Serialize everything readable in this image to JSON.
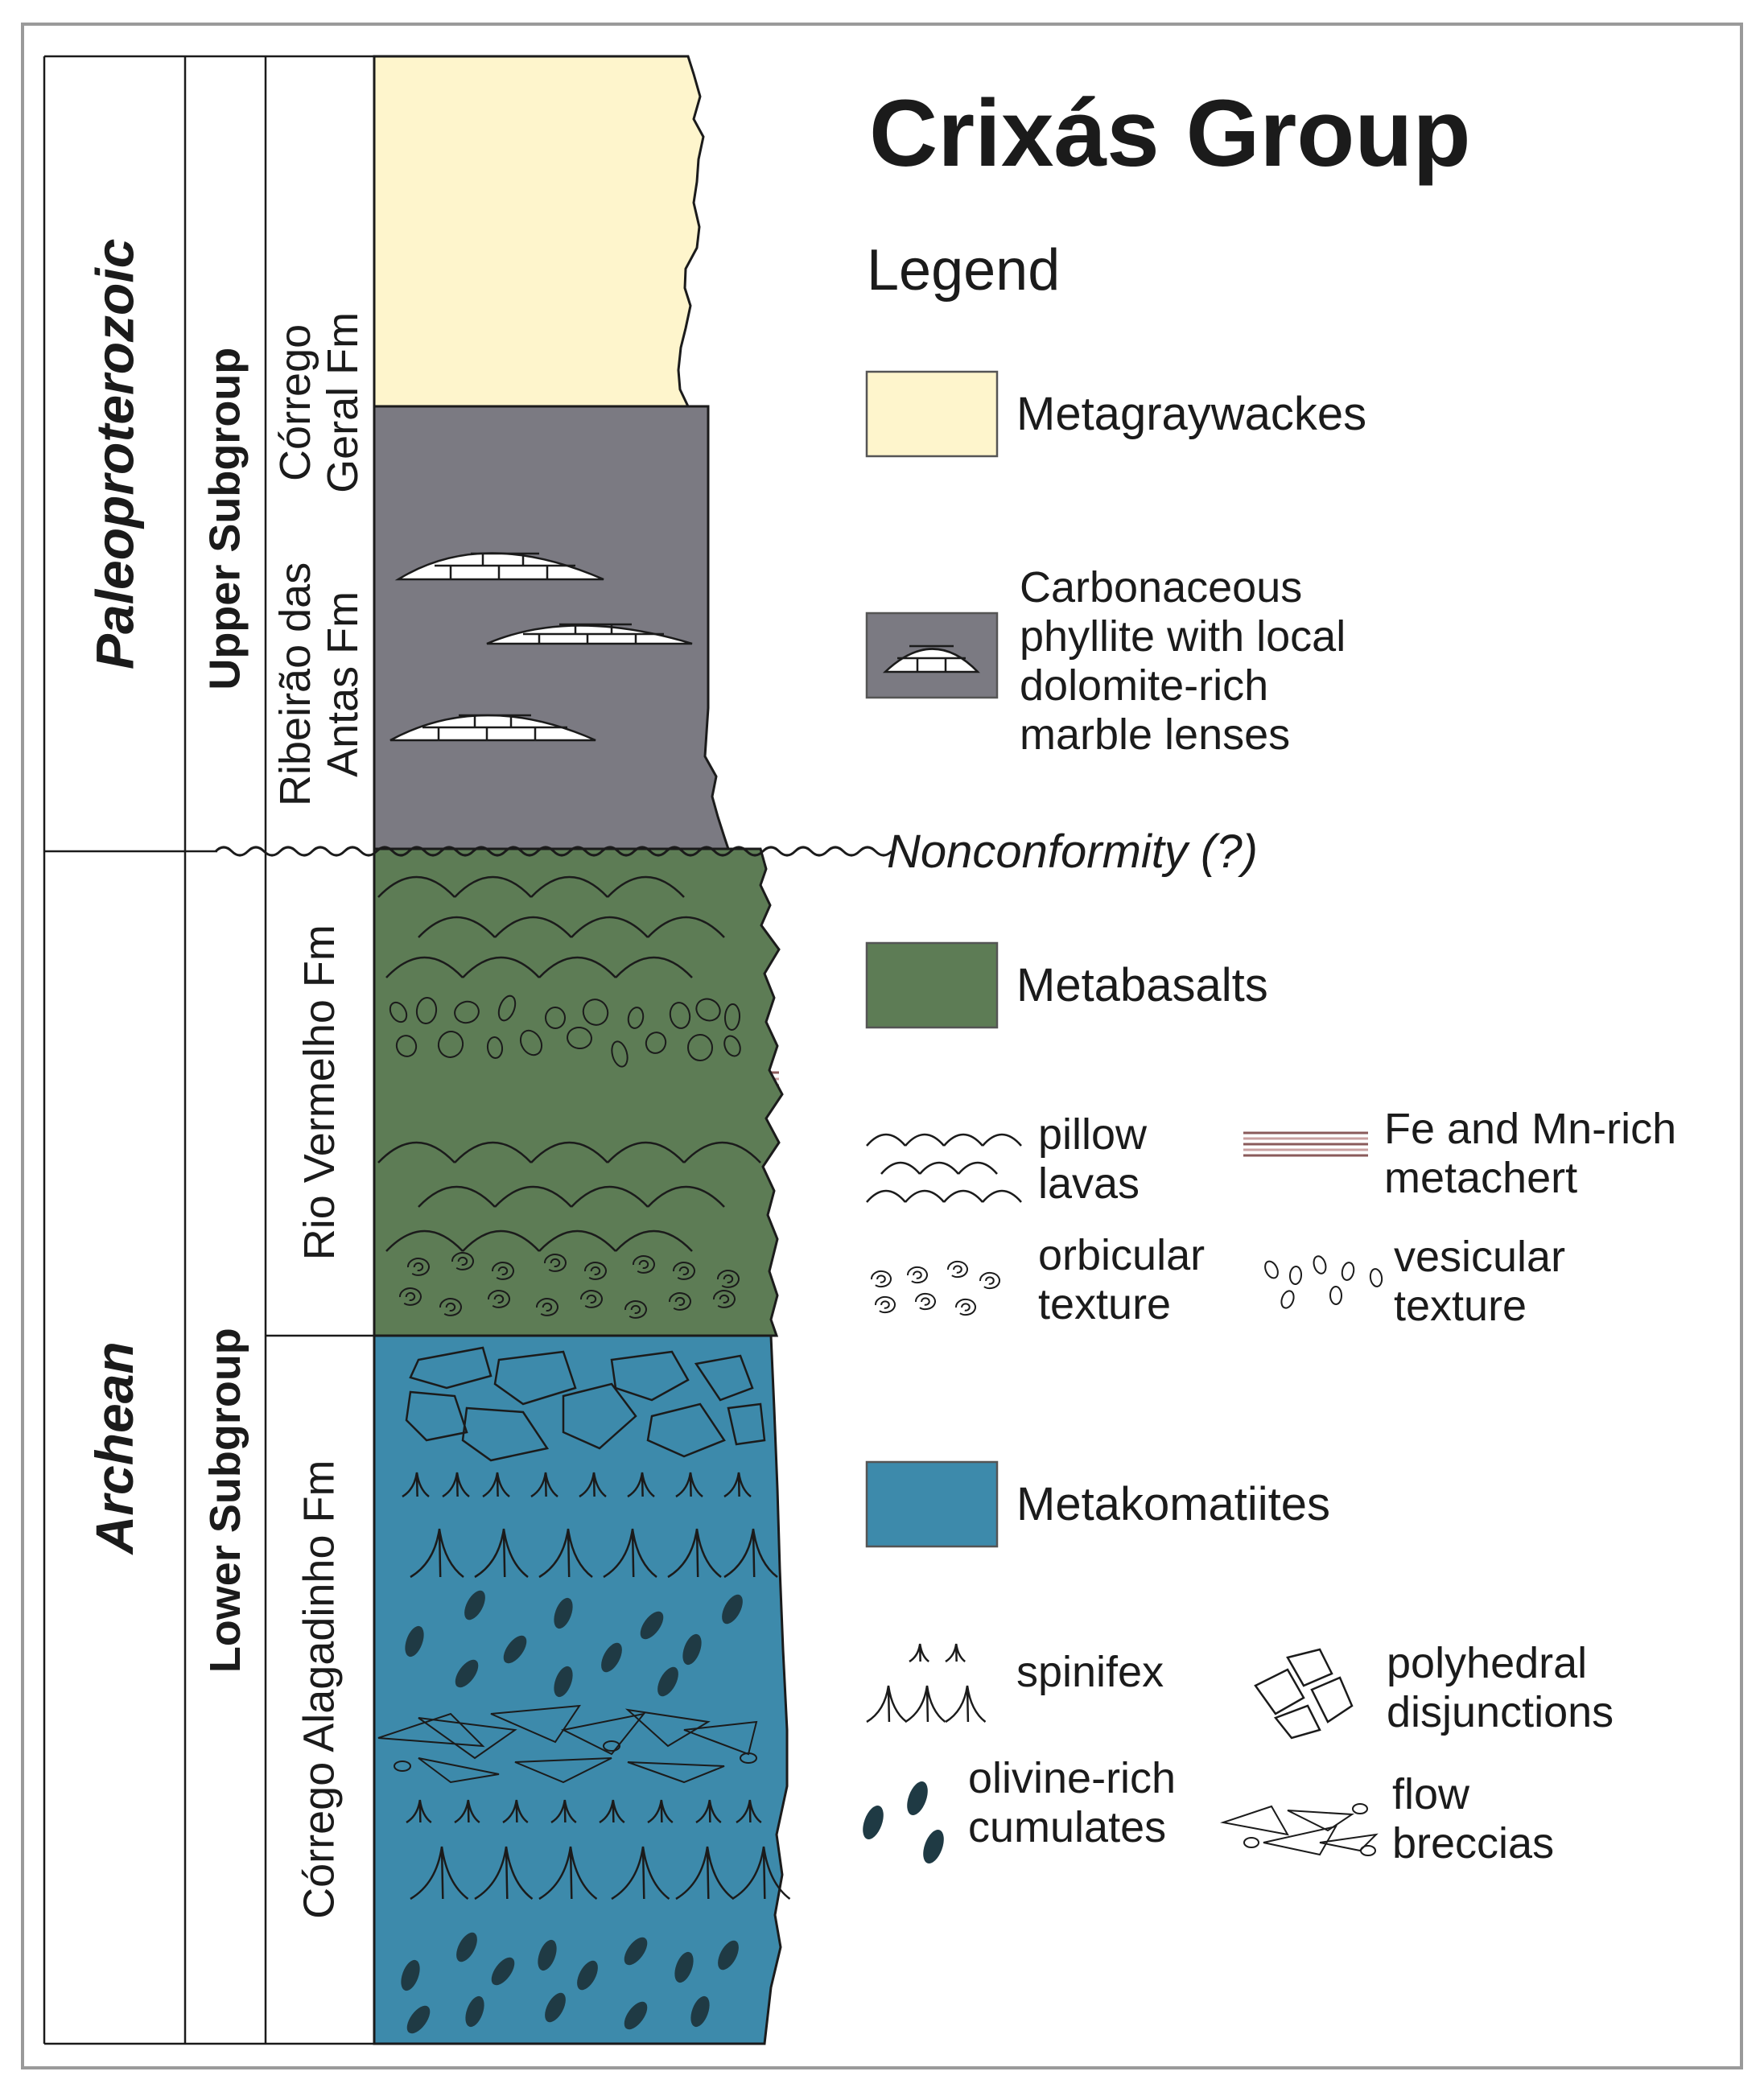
{
  "title": "Crixás Group",
  "legend_heading": "Legend",
  "eons": [
    {
      "name": "Paleoproterozoic"
    },
    {
      "name": "Archean"
    }
  ],
  "subgroups": [
    {
      "name": "Upper Subgroup"
    },
    {
      "name": "Lower Subgroup"
    }
  ],
  "formations": {
    "corrego_geral": [
      "Córrego",
      "Geral Fm"
    ],
    "ribeirao": [
      "Ribeirão das",
      "Antas Fm"
    ],
    "rio_vermelho": "Rio Vermelho Fm",
    "alagadinho": "Córrego Alagadinho Fm"
  },
  "nonconformity_label": "Nonconformity (?)",
  "lithology_legend": {
    "metagraywackes": "Metagraywackes",
    "carbonaceous": [
      "Carbonaceous",
      "phyllite with local",
      "dolomite-rich",
      "marble lenses"
    ],
    "metabasalts": "Metabasalts",
    "metakomatiites": "Metakomatiites"
  },
  "texture_legend": {
    "pillow": [
      "pillow",
      "lavas"
    ],
    "metachert": [
      "Fe and Mn-rich",
      "metachert"
    ],
    "orbicular": [
      "orbicular",
      "texture"
    ],
    "vesicular": [
      "vesicular",
      "texture"
    ],
    "spinifex": "spinifex",
    "polyhedral": [
      "polyhedral",
      "disjunctions"
    ],
    "olivine": [
      "olivine-rich",
      "cumulates"
    ],
    "flow_breccias": [
      "flow",
      "breccias"
    ]
  },
  "colors": {
    "metagraywacke": "#fef5cc",
    "phyllite": "#7b7a82",
    "metabasalt": "#5d7c55",
    "metakomatiite": "#3d8aab",
    "metachert": "#8a5a5a",
    "outline": "#1b1b1b"
  }
}
